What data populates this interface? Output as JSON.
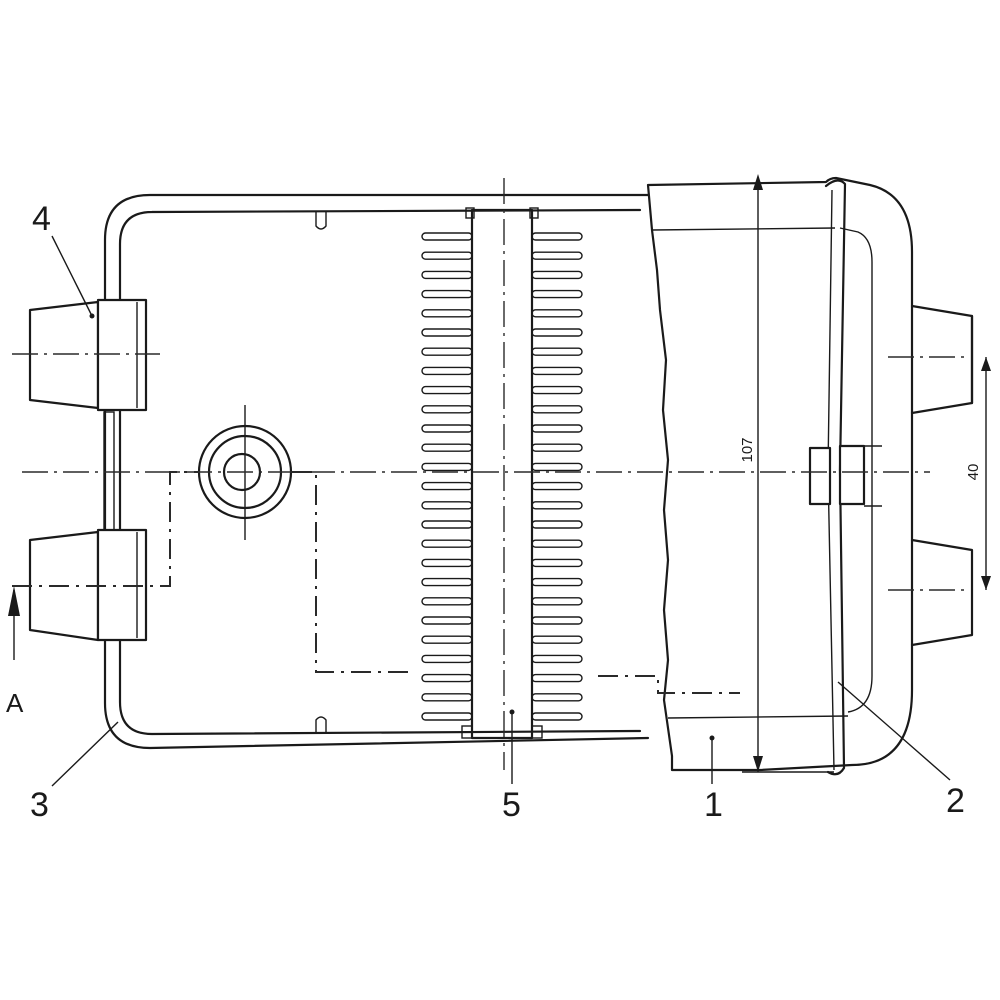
{
  "labels": {
    "part_1": "1",
    "part_2": "2",
    "part_3": "3",
    "part_4": "4",
    "part_5": "5",
    "view_marker": "A"
  },
  "dimensions": {
    "height": "107",
    "pitch": "40"
  },
  "colors": {
    "ink": "#1a1a1a",
    "paper": "#ffffff"
  }
}
